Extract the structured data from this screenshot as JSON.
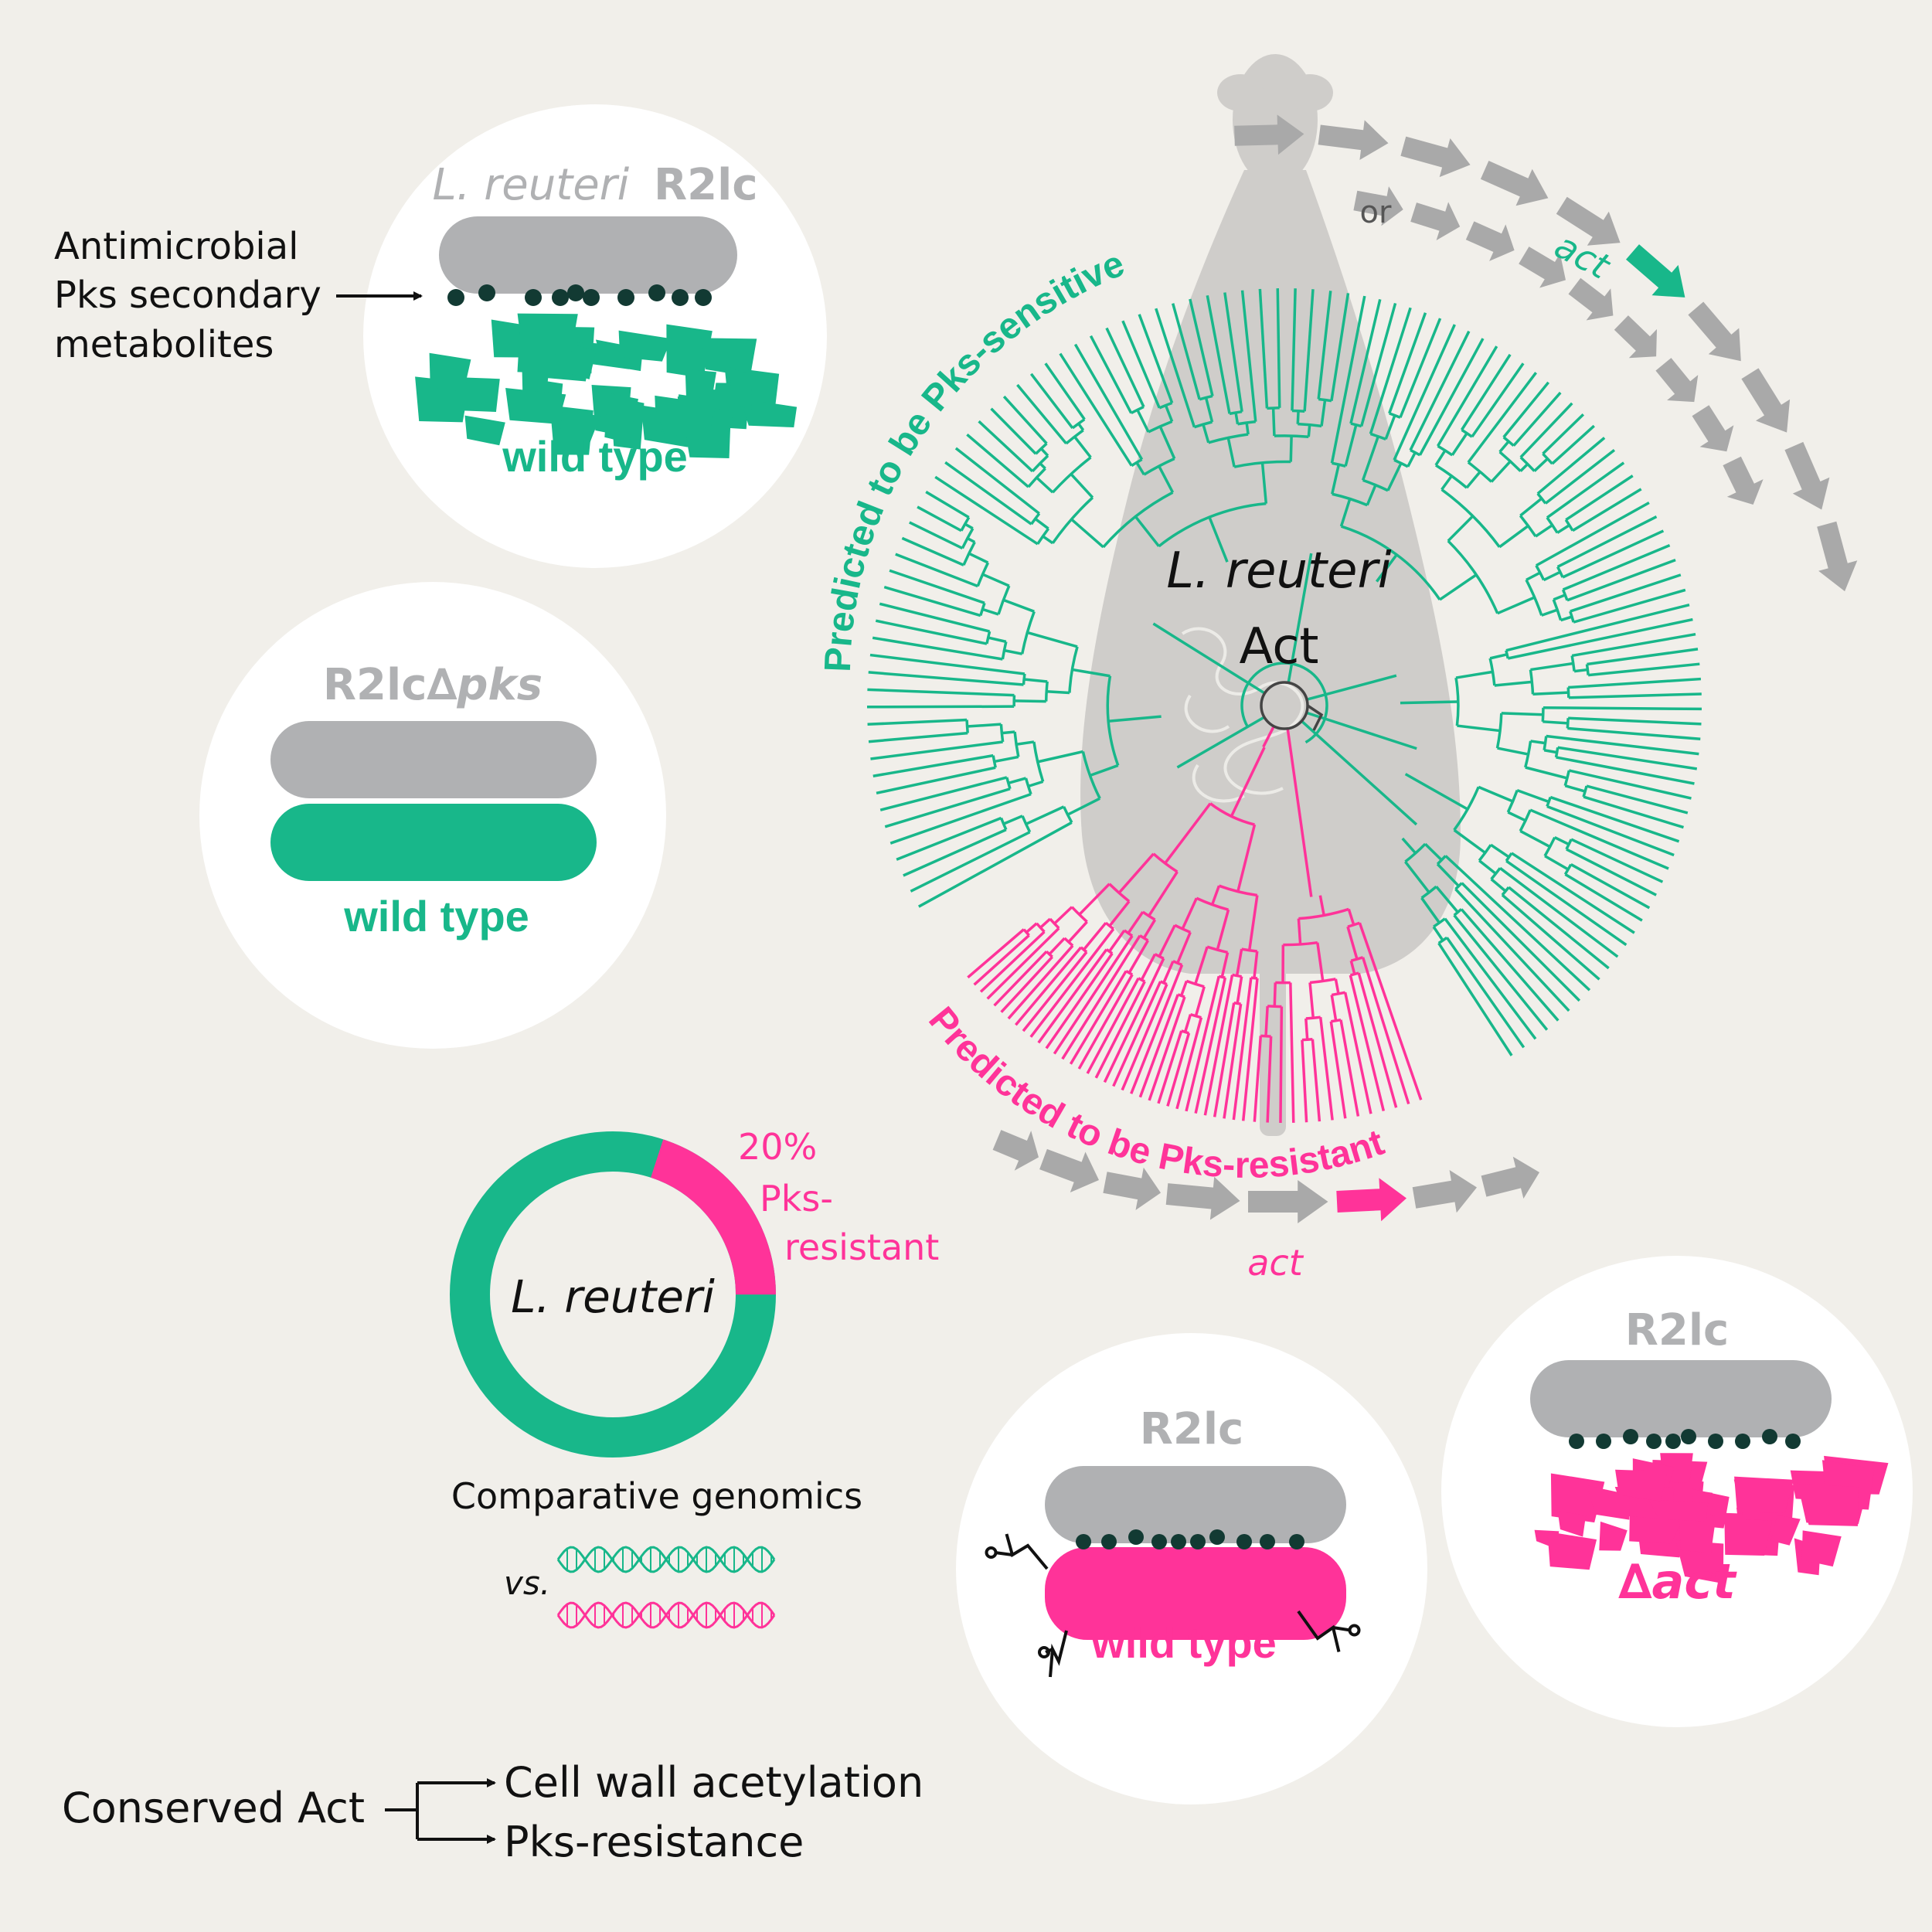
{
  "colors": {
    "background": "#f1efea",
    "green": "#18b78a",
    "pink": "#ff3399",
    "gray": "#b0b1b3",
    "arrow_gray": "#a9a9a9",
    "silhouette": "#cfcdca",
    "dot": "#123a33",
    "text": "#111111"
  },
  "panel1": {
    "strain_italic": "L. reuteri",
    "strain_bold": "R2lc",
    "genotype": "wild type",
    "annotation_line1": "Antimicrobial",
    "annotation_line2": "Pks secondary",
    "annotation_line3": "metabolites"
  },
  "panel2": {
    "strain": "R2lc",
    "delta_symbol": "∆",
    "gene": "pks",
    "genotype": "wild type"
  },
  "tree": {
    "center_line1": "L. reuteri",
    "center_line2": "Act",
    "sensitive_label": "Predicted to be Pks-sensitive",
    "resistant_label": "Predicted to be Pks-resistant",
    "or_label": "or",
    "gene_label_top": "act",
    "gene_label_bottom": "act"
  },
  "donut": {
    "center_label": "L. reuteri",
    "resistant_percent": 20,
    "pct_text": "20%",
    "label_line1": "Pks-",
    "label_line2": "resistant",
    "method_label": "Comparative genomics",
    "vs_label": "vs."
  },
  "panel3": {
    "strain": "R2lc",
    "genotype": "wild type"
  },
  "panel4": {
    "strain": "R2lc",
    "delta_symbol": "∆",
    "gene": "act"
  },
  "conclusion": {
    "left": "Conserved Act",
    "out1": "Cell wall acetylation",
    "out2": "Pks-resistance"
  }
}
